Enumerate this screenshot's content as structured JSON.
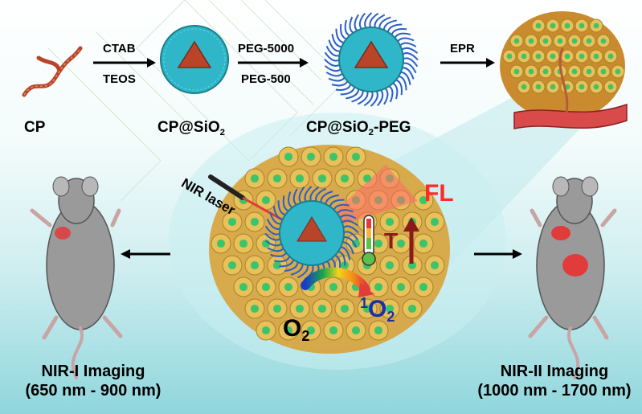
{
  "top_row": {
    "cp_label": "CP",
    "step1_top": "CTAB",
    "step1_bottom": "TEOS",
    "cp_sio2_label": "CP@SiO",
    "cp_sio2_sub": "2",
    "step2_top": "PEG-5000",
    "step2_bottom": "PEG-500",
    "cp_sio2_peg_label_a": "CP@SiO",
    "cp_sio2_peg_sub": "2",
    "cp_sio2_peg_label_b": "-PEG",
    "step3_top": "EPR"
  },
  "center": {
    "laser_label": "NIR laser",
    "fl_label": "FL",
    "t_label": "T",
    "o2_main": "O",
    "o2_sub": "2",
    "singlet_sup": "1",
    "singlet_main": "O",
    "singlet_sub": "2"
  },
  "left_caption": {
    "line1": "NIR-I Imaging",
    "line2": "(650 nm - 900 nm)"
  },
  "right_caption": {
    "line1": "NIR-II Imaging",
    "line2": "(1000 nm - 1700 nm)"
  },
  "colors": {
    "nanoparticle": "#2fb7c9",
    "core": "#b8442a",
    "peg": "#2d5fc4",
    "cell": "#e8c15a",
    "nucleus": "#3cc46a",
    "fl_red": "#ff2a2a",
    "mouse": "#9a9a9a"
  }
}
